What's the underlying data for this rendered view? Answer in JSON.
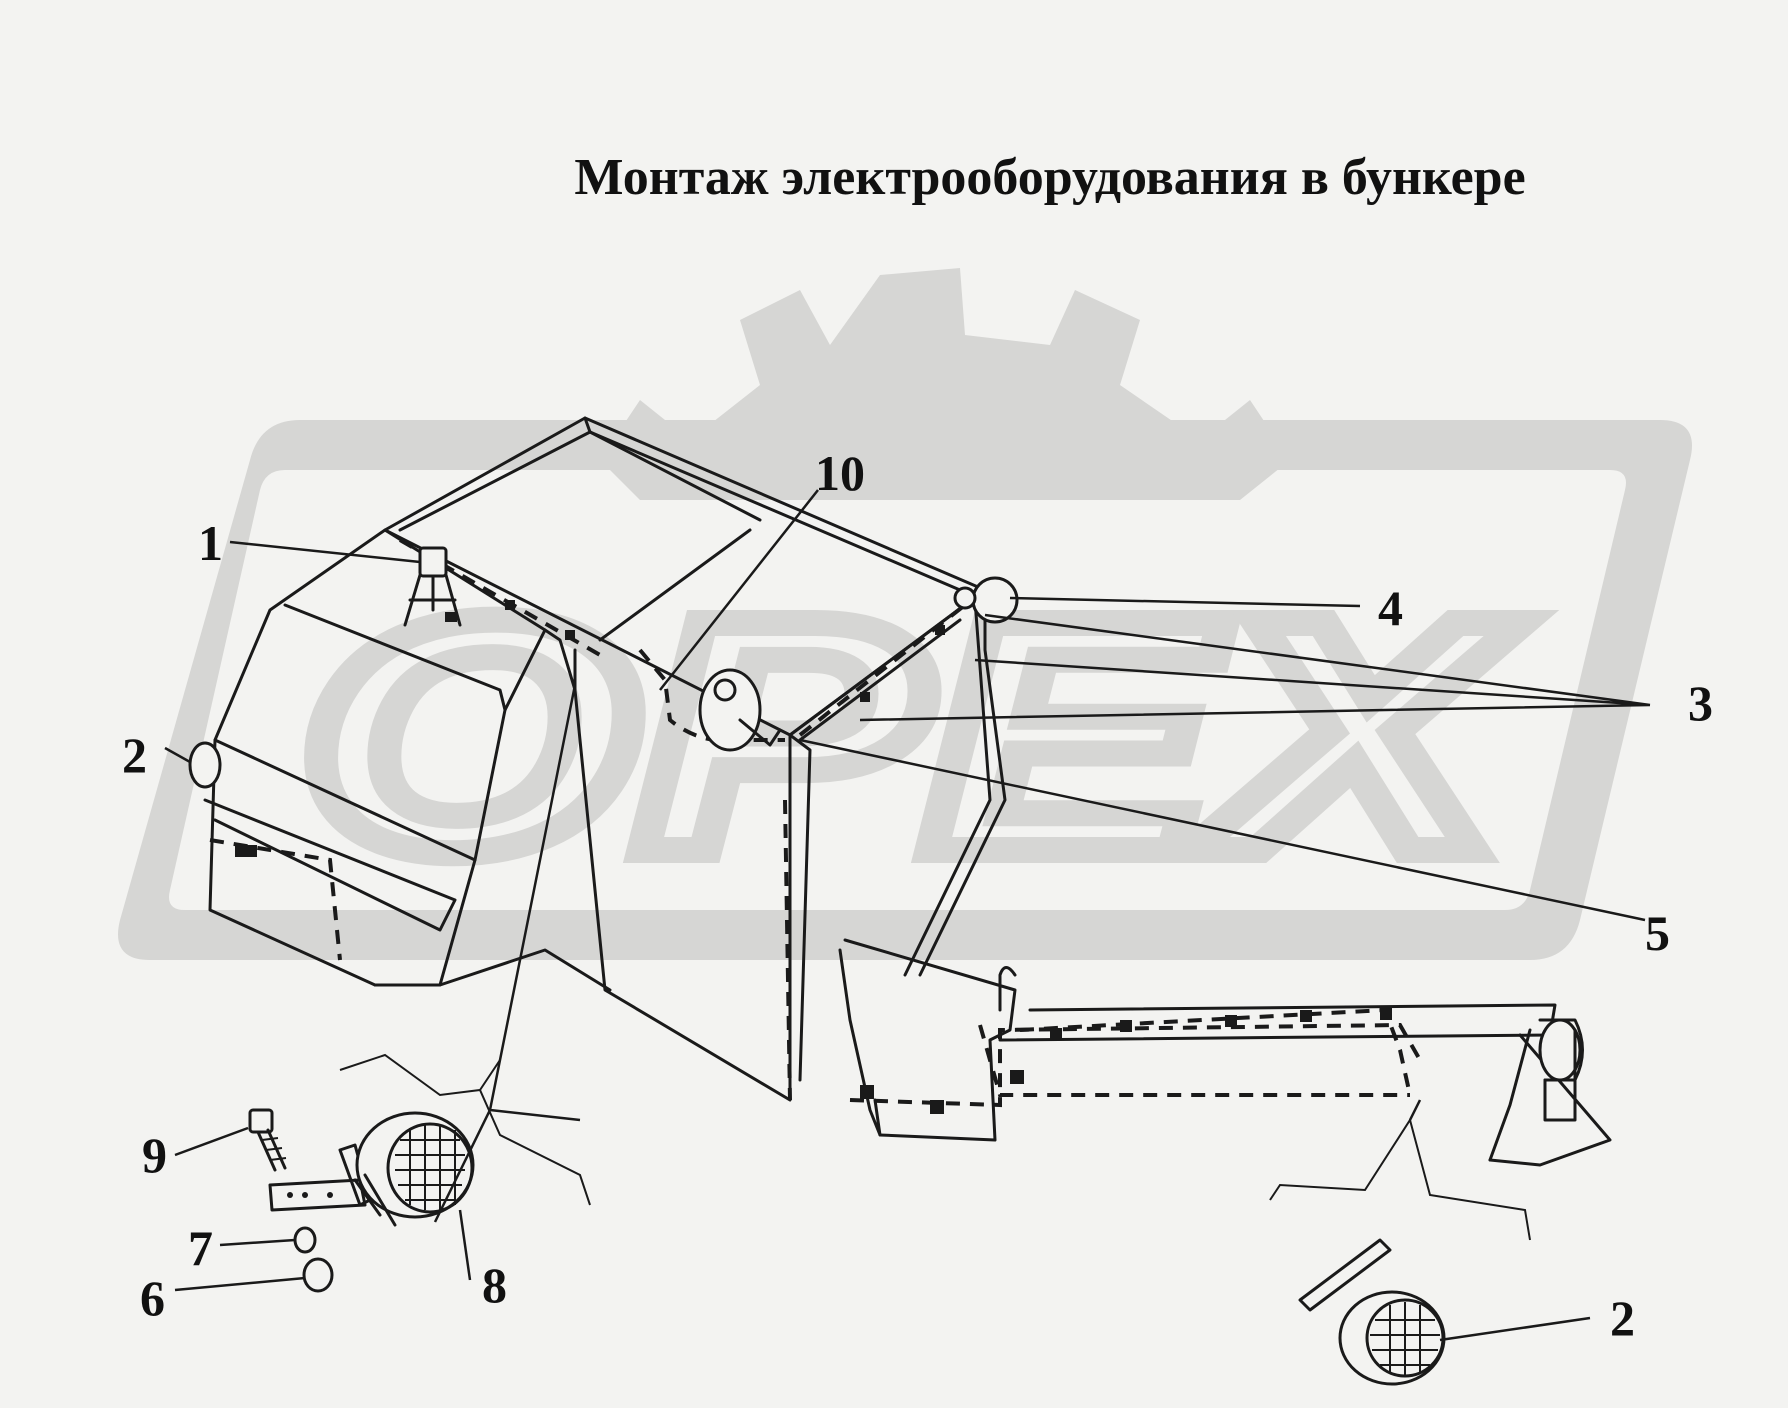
{
  "title": "Монтаж электрооборудования в бункере",
  "watermark": {
    "text": "ОРЕХ",
    "color": "#d6d6d4"
  },
  "callouts": [
    "1",
    "2",
    "3",
    "4",
    "5",
    "6",
    "7",
    "8",
    "9",
    "10",
    "2"
  ],
  "colors": {
    "background": "#f3f3f1",
    "line": "#1a1a1a",
    "watermark": "#d6d6d4"
  }
}
